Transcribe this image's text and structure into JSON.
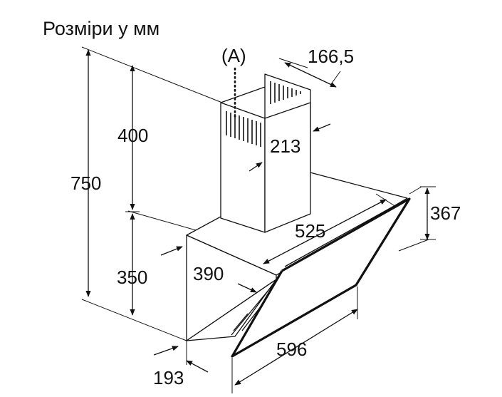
{
  "title": "Розміри у мм",
  "note": "(A)",
  "dimensions": {
    "d750": "750",
    "d400": "400",
    "d350": "350",
    "d166": "166,5",
    "d213": "213",
    "d525": "525",
    "d390": "390",
    "d367": "367",
    "d596": "596",
    "d193": "193"
  },
  "colors": {
    "line": "#111111",
    "background": "#ffffff"
  }
}
